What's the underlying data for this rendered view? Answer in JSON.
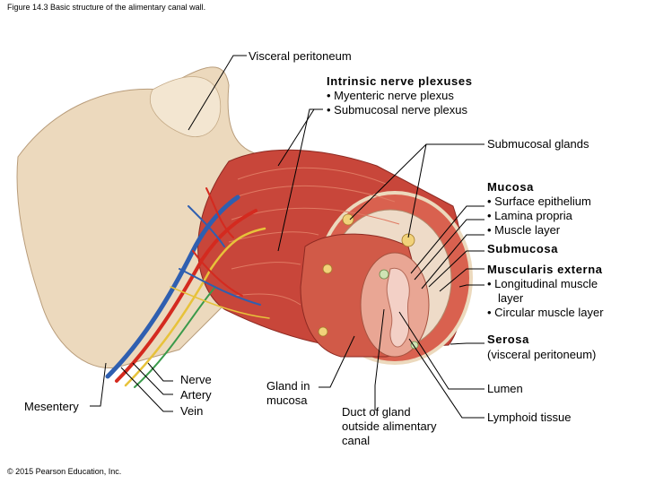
{
  "figure_caption": "Figure 14.3 Basic structure of the alimentary canal wall.",
  "copyright": "© 2015 Pearson Education, Inc.",
  "labels": {
    "visceral_peritoneum": "Visceral peritoneum",
    "intrinsic_title": "Intrinsic nerve plexuses",
    "intrinsic_1": "• Myenteric nerve plexus",
    "intrinsic_2": "• Submucosal nerve plexus",
    "submucosal_glands": "Submucosal glands",
    "mucosa_title": "Mucosa",
    "mucosa_1": "• Surface epithelium",
    "mucosa_2": "• Lamina propria",
    "mucosa_3": "• Muscle layer",
    "submucosa": "Submucosa",
    "muscularis_title": "Muscularis externa",
    "muscularis_1": "• Longitudinal muscle",
    "muscularis_1b": "layer",
    "muscularis_2": "• Circular muscle layer",
    "serosa": "Serosa",
    "serosa_sub": "(visceral peritoneum)",
    "lumen": "Lumen",
    "lymphoid": "Lymphoid tissue",
    "duct_1": "Duct of gland",
    "duct_2": "outside alimentary",
    "duct_3": "canal",
    "gland_1": "Gland in",
    "gland_2": "mucosa",
    "nerve": "Nerve",
    "artery": "Artery",
    "vein": "Vein",
    "mesentery": "Mesentery"
  },
  "colors": {
    "muscle": "#c8463a",
    "muscle_light": "#e07a63",
    "mesentery": "#ecd9bd",
    "artery": "#d42a1f",
    "vein": "#2f5fb0",
    "nerve": "#e7c23a",
    "lymph": "#3a9a4a",
    "mucosa": "#e9a694",
    "lumen": "#f3d0c6"
  }
}
